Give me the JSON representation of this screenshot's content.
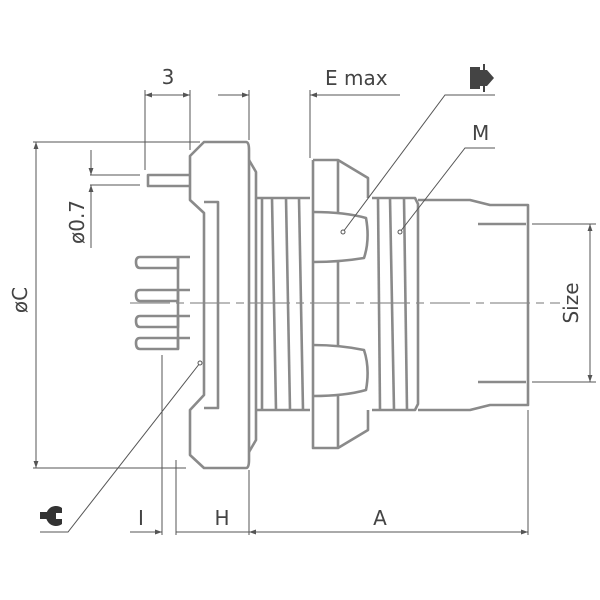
{
  "drawing": {
    "labels": {
      "pin_length": "3",
      "e_max": "E max",
      "thread": "M",
      "diameter_c": "øC",
      "pin_diameter": "ø0.7",
      "size": "Size",
      "dim_i": "I",
      "dim_h": "H",
      "dim_a": "A"
    },
    "icons": {
      "nut": "nut-icon",
      "wrench": "wrench-icon"
    },
    "colors": {
      "part_stroke": "#8a8a8a",
      "dimension_stroke": "#555555",
      "text": "#444444"
    }
  }
}
